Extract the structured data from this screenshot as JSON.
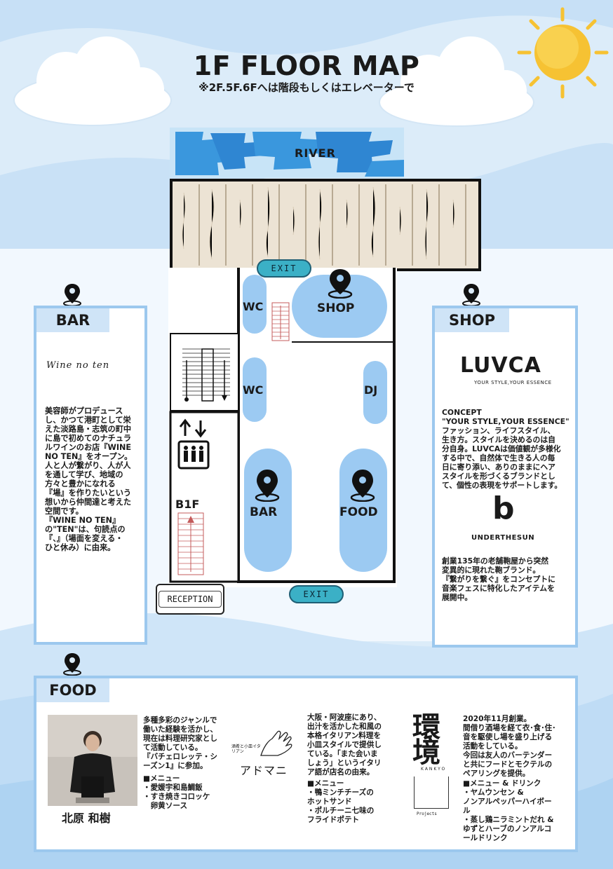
{
  "header": {
    "title": "1F FLOOR MAP",
    "subtitle": "※2F.5F.6Fへは階段もしくはエレベーターで"
  },
  "map": {
    "river_label": "RIVER",
    "exit_top": "EXIT",
    "exit_bottom": "EXIT",
    "shop_label": "SHOP",
    "wc_top": "WC",
    "wc_mid": "WC",
    "dj_label": "DJ",
    "bar_label": "BAR",
    "food_label": "FOOD",
    "b1f_label": "B1F",
    "reception_label": "RECEPTION"
  },
  "bar_panel": {
    "tab": "BAR",
    "logo_text": "Wine no ten",
    "lines": [
      "美容師がプロデュース",
      "し、かつて港町として栄",
      "えた淡路島・志筑の町中",
      "に島で初めてのナチュラ",
      "ルワインのお店『WINE",
      "NO TEN』をオープン。",
      "人と人が繋がり、人が人",
      "を通して学び、地域の",
      "方々と豊かになれる",
      "『場』を作りたいという",
      "想いから仲間達と考えた",
      "空間です。",
      "『WINE NO TEN』",
      "の\"TEN\"は、句読点の",
      "『、』（場面を変える・",
      "ひと休み）に由来。"
    ]
  },
  "shop_panel": {
    "tab": "SHOP",
    "brand1": "LUVCA",
    "brand1_tagline": "YOUR STYLE,YOUR ESSENCE",
    "brand1_lines": [
      "CONCEPT",
      "\"YOUR STYLE,YOUR ESSENCE\"",
      "ファッション、ライフスタイル、",
      "生き方。スタイルを決めるのは自",
      "分自身。LUVCAは価値観が多様化",
      "する中で、自然体で生きる人の毎",
      "日に寄り添い、ありのままにヘア",
      "スタイルを形づくるブランドとし",
      "て、個性の表現をサポートします。"
    ],
    "brand2_mark": "b",
    "brand2": "UNDERTHESUN",
    "brand2_lines": [
      "創業135年の老舗鞄屋から突然",
      "変異的に現れた鞄ブランド。",
      "『繋がりを繋ぐ』をコンセプトに",
      "音楽フェスに特化したアイテムを",
      "展開中。"
    ]
  },
  "food_panel": {
    "tab": "FOOD",
    "chef_name": "北原 和樹",
    "col1_lines": [
      "多種多彩のジャンルで",
      "働いた経験を活かし、",
      "現在は料理研究家とし",
      "て活動している。",
      "『バチェロレッテ・シ",
      "ーズン1』に参加。"
    ],
    "col1_menu": [
      "■メニュー",
      "・愛媛宇和島鯛飯",
      "・すき焼きコロッケ",
      "　卵黄ソース"
    ],
    "logo2_small": "酒肴と小皿イタリアン",
    "logo2_text": "アドマニ",
    "col2_lines": [
      "大阪・阿波座にあり、",
      "出汁を活かした和風の",
      "本格イタリアン料理を",
      "小皿スタイルで提供し",
      "ている。「また会いま",
      "しょう」というイタリ",
      "ア語が店名の由来。"
    ],
    "col2_menu": [
      "■メニュー",
      "・鴨ミンチチーズの",
      "ホットサンド",
      "・ポルチーニ七味の",
      "フライドポテト"
    ],
    "logo3_text": "環境",
    "logo3_sub": "KANKYO",
    "logo3_projects": "Projects",
    "col3_lines": [
      "2020年11月創業。",
      "間借り酒場を経て衣･食･住･",
      "音を駆使し場を盛り上げる",
      "活動をしている。",
      "今回は友人のバーテンダー",
      "と共にフードとモクテルの",
      "ペアリングを提供。"
    ],
    "col3_menu": [
      "■メニュー & ドリンク",
      "・ヤムウンセン &",
      "ノンアルペッパーハイボー",
      "ル",
      "・蒸し鶏ニラミントだれ &",
      "ゆずとハーブのノンアルコ",
      "ールドリンク"
    ]
  },
  "colors": {
    "sky_light": "#dcecf9",
    "panel_border": "#9cc8ee",
    "blob": "#9ccaf2",
    "river": "#3a97dd",
    "exit": "#3bb0c6",
    "sun": "#f6c233"
  },
  "icons": [
    "sun-icon",
    "cloud-icon",
    "map-pin-icon",
    "elevator-icon",
    "stairs-icon"
  ]
}
